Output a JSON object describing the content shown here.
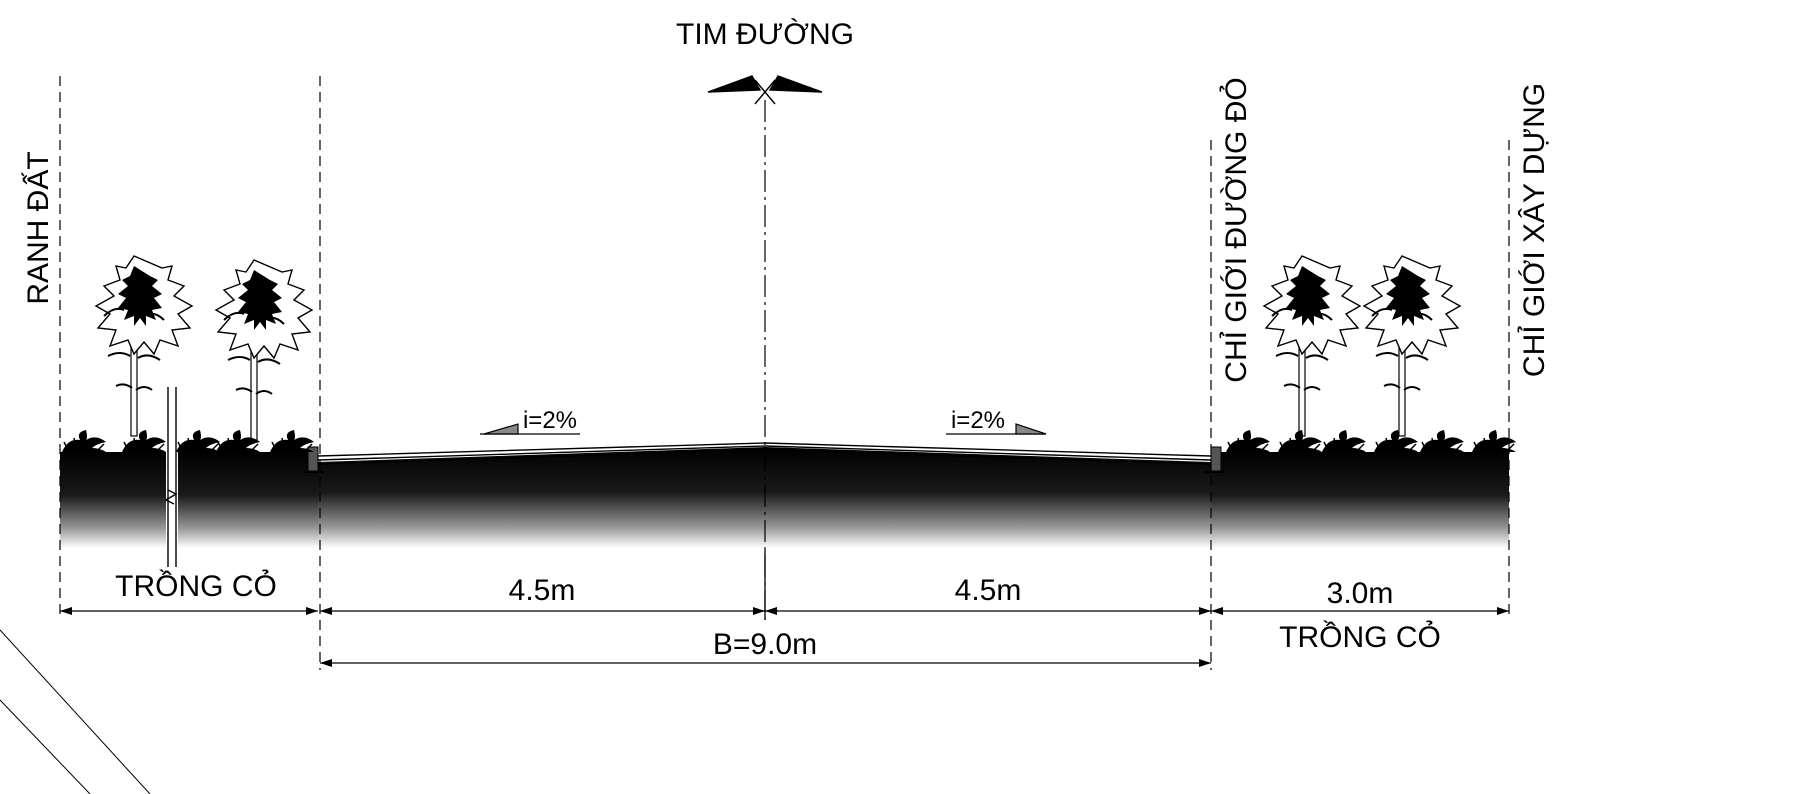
{
  "labels": {
    "centerline": "TIM ĐƯỜNG",
    "land_boundary": "RANH ĐẤT",
    "red_line": "CHỈ GIỚI ĐƯỜNG ĐỎ",
    "build_line": "CHỈ GIỚI XÂY DỰNG",
    "slope_left": "i=2%",
    "slope_right": "i=2%",
    "grass_left": "TRỒNG CỎ",
    "grass_right": "TRỒNG CỎ"
  },
  "dimensions": {
    "lane_left": "4.5m",
    "lane_right": "4.5m",
    "roadway_total": "B=9.0m",
    "verge_right": "3.0m"
  },
  "colors": {
    "ink": "#000000",
    "ground_top": "#000000",
    "ground_bottom": "#ffffff"
  }
}
